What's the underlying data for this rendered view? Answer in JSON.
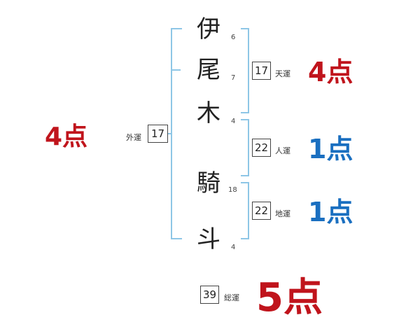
{
  "name_chars": [
    {
      "char": "伊",
      "strokes": "6"
    },
    {
      "char": "尾",
      "strokes": "7"
    },
    {
      "char": "木",
      "strokes": "4"
    },
    {
      "char": "騎",
      "strokes": "18"
    },
    {
      "char": "斗",
      "strokes": "4"
    }
  ],
  "tenkaku": {
    "label": "天運",
    "value": "17",
    "score": "4点"
  },
  "jinkaku": {
    "label": "人運",
    "value": "22",
    "score": "1点"
  },
  "chikaku": {
    "label": "地運",
    "value": "22",
    "score": "1点"
  },
  "gaikaku": {
    "label": "外運",
    "value": "17",
    "score": "4点"
  },
  "soukaku": {
    "label": "総運",
    "value": "39",
    "score": "5点"
  },
  "colors": {
    "red": "#c0141c",
    "blue": "#1a6fc0",
    "bracket": "#8ec6e6"
  }
}
